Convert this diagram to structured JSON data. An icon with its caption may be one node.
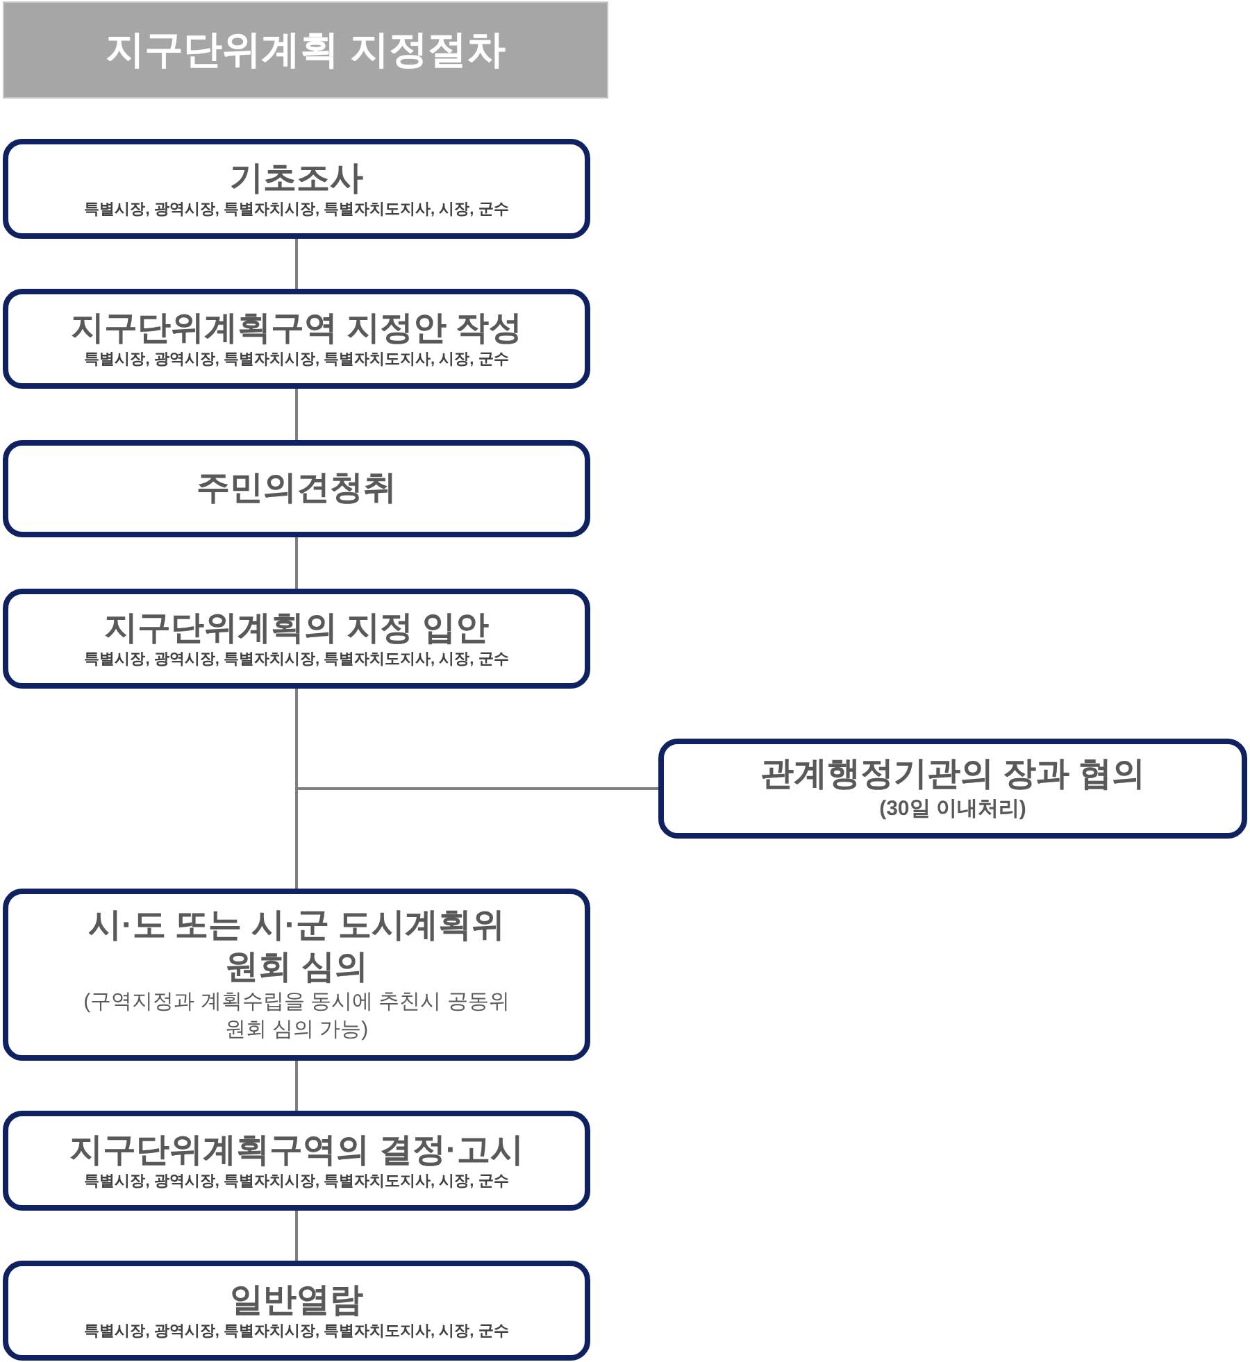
{
  "diagram": {
    "title": "지구단위계획 지정절차",
    "nodes": [
      {
        "text": [
          "기초조사",
          "특별시장, 광역시장, 특별자치시장, 특별자치도지사, 시장, 군수"
        ]
      },
      {
        "text": [
          "지구단위계획구역 지정안 작성",
          "특별시장, 광역시장, 특별자치시장, 특별자치도지사, 시장, 군수"
        ]
      },
      {
        "text": [
          "주민의견청취"
        ]
      },
      {
        "text": [
          "지구단위계획의 지정 입안",
          "특별시장, 광역시장, 특별자치시장, 특별자치도지사, 시장, 군수"
        ]
      },
      {
        "text": [
          "관계행정기관의 장과 협의",
          "(30일 이내처리)"
        ]
      },
      {
        "text": [
          "시·도 또는 시·군 도시계획위원회 심의",
          "(구역지정과 계획수립을 동시에 추친시 공동위원회 심의 가능)"
        ]
      },
      {
        "text": [
          "지구단위계획구역의 결정·고시",
          "특별시장, 광역시장, 특별자치시장, 특별자치도지사, 시장, 군수"
        ]
      },
      {
        "text": [
          "일반열람",
          "특별시장, 광역시장, 특별자치시장, 특별자치도지사, 시장, 군수"
        ]
      }
    ],
    "edges": [
      {
        "from": 0,
        "to": 1,
        "arrow": "none"
      },
      {
        "from": 1,
        "to": 2,
        "arrow": "none"
      },
      {
        "from": 2,
        "to": 3,
        "arrow": "none"
      },
      {
        "from": 3,
        "to": 4,
        "arrow": "none"
      },
      {
        "from": 3,
        "to": 5,
        "arrow": "none"
      },
      {
        "from": 5,
        "to": 6,
        "arrow": "none"
      },
      {
        "from": 6,
        "to": 7,
        "arrow": "none"
      }
    ]
  }
}
